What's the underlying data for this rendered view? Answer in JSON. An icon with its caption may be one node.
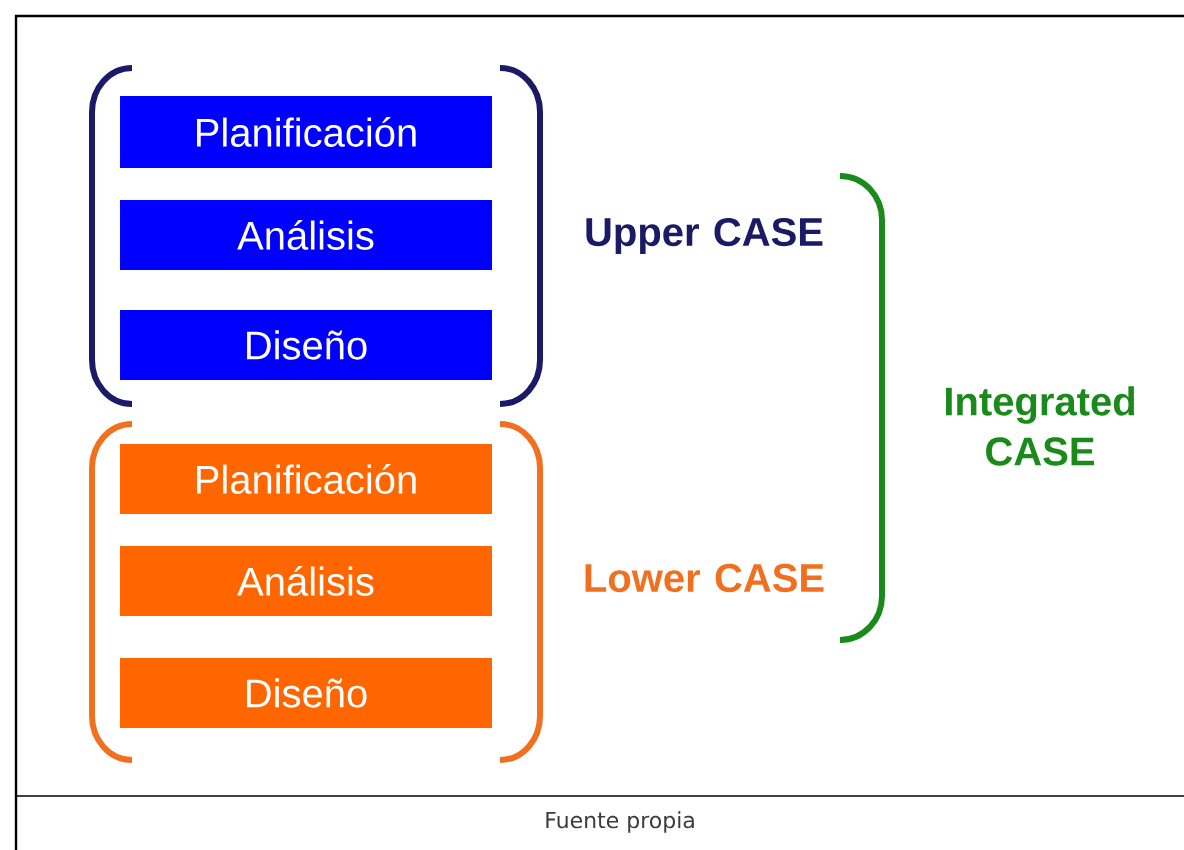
{
  "diagram": {
    "caption": "Fuente propia",
    "nodes": [
      {
        "text": [
          "Planificación"
        ]
      },
      {
        "text": [
          "Análisis"
        ]
      },
      {
        "text": [
          "Diseño"
        ]
      },
      {
        "text": [
          "Planificación"
        ]
      },
      {
        "text": [
          "Análisis"
        ]
      },
      {
        "text": [
          "Diseño"
        ]
      }
    ],
    "labels": [
      "Upper CASE",
      "Lower CASE",
      "Integrated CASE"
    ]
  }
}
